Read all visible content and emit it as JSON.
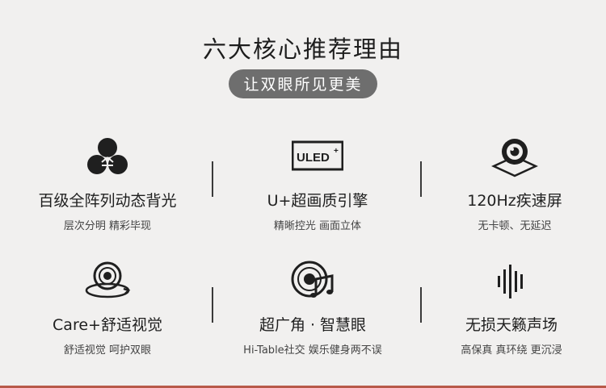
{
  "header": {
    "title": "六大核心推荐理由",
    "subtitle": "让双眼所见更美"
  },
  "features": [
    {
      "icon": "backlight-circles-icon",
      "name": "百级全阵列动态背光",
      "sub": "层次分明 精彩毕现"
    },
    {
      "icon": "uled-logo-icon",
      "icon_text": "ULED",
      "icon_sup": "+",
      "name": "U+超画质引擎",
      "sub": "精晰控光 画面立体"
    },
    {
      "icon": "refresh-rate-icon",
      "name": "120Hz疾速屏",
      "sub": "无卡顿、无延迟"
    },
    {
      "icon": "eye-care-icon",
      "name": "Care+舒适视觉",
      "sub": "舒适视觉 呵护双眼"
    },
    {
      "icon": "speaker-music-icon",
      "name": "超广角 · 智慧眼",
      "sub": "Hi-Table社交 娱乐健身两不误"
    },
    {
      "icon": "sound-wave-icon",
      "name": "无损天籁声场",
      "sub": "高保真 真环绕 更沉浸"
    }
  ],
  "colors": {
    "background": "#f1f0ef",
    "pill": "#6e6e6e",
    "icon": "#1f1f1f",
    "accent_bar": "#b85a4a"
  }
}
